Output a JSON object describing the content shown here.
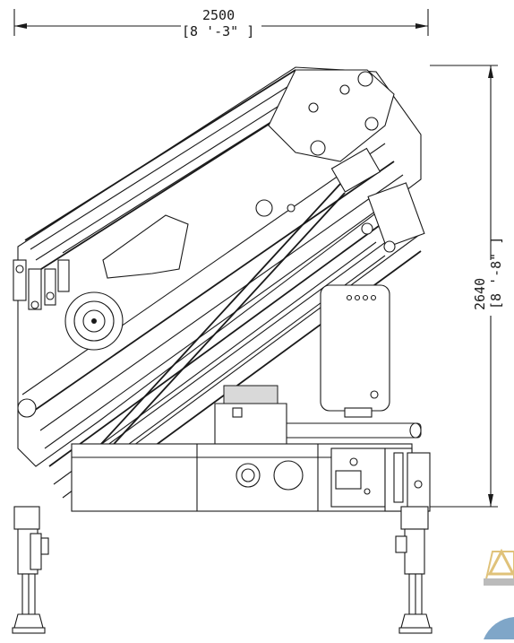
{
  "dimensions": {
    "width_mm": "2500",
    "width_imperial": "[8 '-3\" ]",
    "height_mm": "2640",
    "height_imperial": "[8 '-8\" ]"
  },
  "logo": {
    "icon": "triangle-lift-logo-icon"
  }
}
